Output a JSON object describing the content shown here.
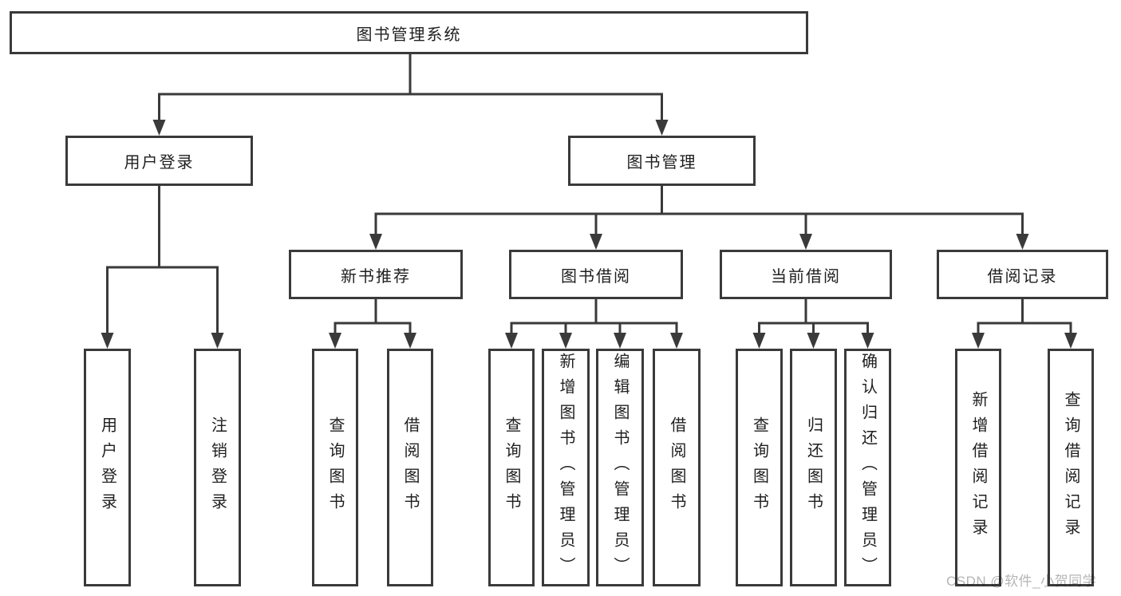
{
  "root": {
    "label": "图书管理系统"
  },
  "branches": {
    "user": {
      "label": "用户登录",
      "children": [
        {
          "label": "用户登录"
        },
        {
          "label": "注销登录"
        }
      ]
    },
    "books": {
      "label": "图书管理",
      "sections": [
        {
          "label": "新书推荐",
          "children": [
            {
              "label": "查询图书"
            },
            {
              "label": "借阅图书"
            }
          ]
        },
        {
          "label": "图书借阅",
          "children": [
            {
              "label": "查询图书"
            },
            {
              "label": "新增图书（管理员）"
            },
            {
              "label": "编辑图书（管理员）"
            },
            {
              "label": "借阅图书"
            }
          ]
        },
        {
          "label": "当前借阅",
          "children": [
            {
              "label": "查询图书"
            },
            {
              "label": "归还图书"
            },
            {
              "label": "确认归还（管理员）"
            }
          ]
        },
        {
          "label": "借阅记录",
          "children": [
            {
              "label": "新增借阅记录"
            },
            {
              "label": "查询借阅记录"
            }
          ]
        }
      ]
    }
  },
  "watermark": {
    "text": "CSDN @软件_小贺同学"
  },
  "colors": {
    "line": "#3a3a3a",
    "box_border": "#3a3a3a",
    "text": "#1f1f1f",
    "watermark": "#b5b5b5",
    "background": "#ffffff"
  }
}
